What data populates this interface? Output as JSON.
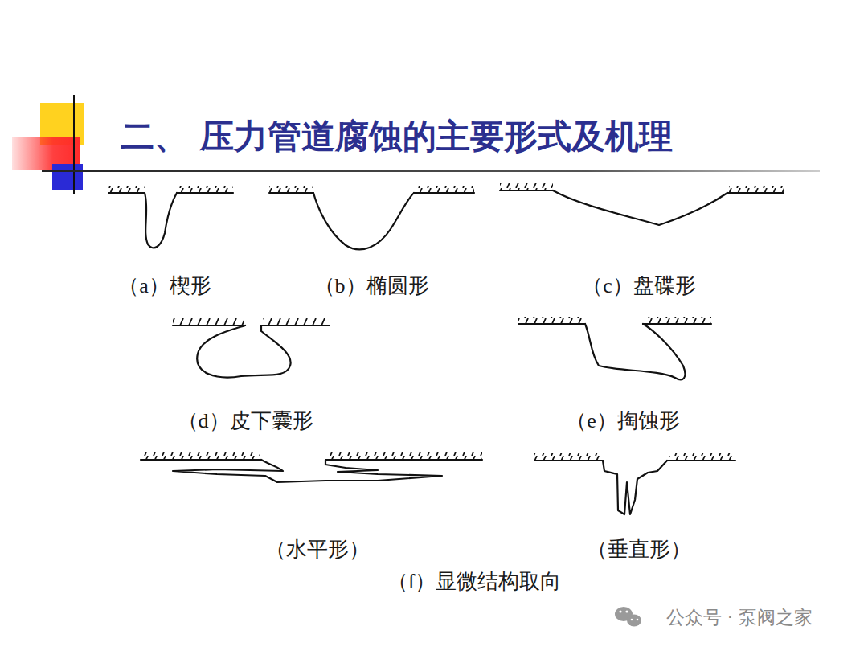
{
  "diagram": {
    "title": "二、 压力管道腐蚀的主要形式及机理",
    "labels": [
      "（a）楔形",
      "（b）椭圆形",
      "（c）盘碟形",
      "（d）皮下囊形",
      "（e）掏蚀形",
      "（水平形）",
      "（垂直形）",
      "（f）显微结构取向",
      "公众号 · 泵阀之家"
    ]
  }
}
